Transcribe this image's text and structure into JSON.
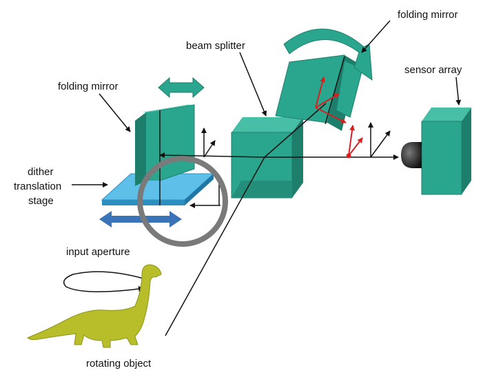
{
  "labels": {
    "folding_mirror_top": "folding mirror",
    "beam_splitter": "beam splitter",
    "sensor_array": "sensor array",
    "folding_mirror_left": "folding mirror",
    "dither_line1": "dither",
    "dither_line2": "translation",
    "dither_line3": "stage",
    "input_aperture": "input aperture",
    "rotating_object": "rotating object"
  },
  "colors": {
    "teal_face": "#2aa68e",
    "teal_side": "#1d7f6b",
    "teal_top": "#47bfa6",
    "stage_blue": "#5ec0e8",
    "stage_edge": "#2d8fc0",
    "blue_arrow": "#3a73b8",
    "aperture_gray": "#7a7a7a",
    "dino": "#b8bd2a",
    "red_axes": "#d62020",
    "lens_dark": "#222222"
  },
  "icons": [
    "rotate-arrow-icon",
    "double-arrow-icon"
  ]
}
